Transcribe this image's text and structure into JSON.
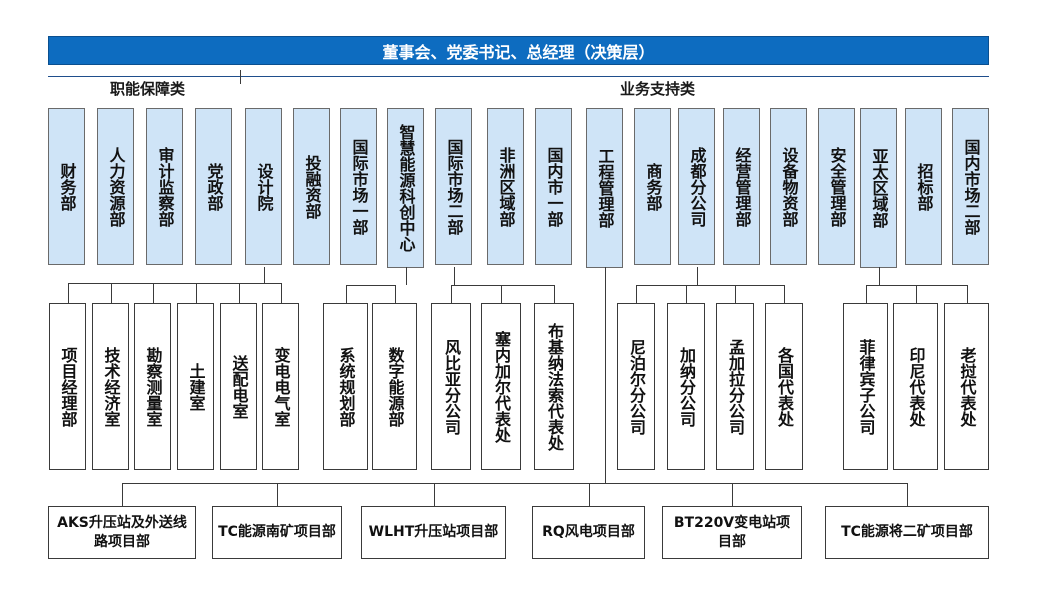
{
  "header": {
    "title": "董事会、党委书记、总经理（决策层）"
  },
  "categories": {
    "left": "职能保障类",
    "right": "业务支持类"
  },
  "departments": [
    "财务部",
    "人力资源部",
    "审计监察部",
    "党政部",
    "设计院",
    "投融资部",
    "国际市场一部",
    "智慧能源科创中心",
    "国际市场二部",
    "非洲区域部",
    "国内市一部",
    "工程管理部",
    "商务部",
    "成都分公司",
    "经营管理部",
    "设备物资部",
    "安全管理部",
    "亚太区域部",
    "招标部",
    "国内市场二部"
  ],
  "sub_units": {
    "design_institute": [
      "项目经理部",
      "技术经济室",
      "勘察测量室",
      "土建室",
      "送配电室",
      "变电电气室"
    ],
    "smart_energy": [
      "系统规划部",
      "数字能源部"
    ],
    "intl_market_two": [
      "风比亚分公司",
      "塞内加尔代表处",
      "布基纳法索代表处"
    ],
    "business": [
      "尼泊尔分公司",
      "加纳分公司",
      "孟加拉分公司",
      "各国代表处"
    ],
    "asia_pacific": [
      "菲律宾子公司",
      "印尼代表处",
      "老挝代表处"
    ]
  },
  "projects": [
    "AKS升压站及外送线路项目部",
    "TC能源南矿项目部",
    "WLHT升压站项目部",
    "RQ风电项目部",
    "BT220V变电站项目部",
    "TC能源将二矿项目部"
  ]
}
